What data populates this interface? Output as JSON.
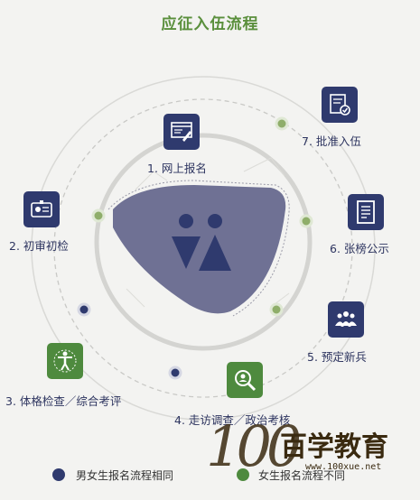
{
  "title": "应征入伍流程",
  "steps": [
    {
      "label": "1. 网上报名",
      "icon": "browser-pen-icon"
    },
    {
      "label": "2. 初审初检",
      "icon": "id-card-icon"
    },
    {
      "label": "3. 体格检查／综合考评",
      "icon": "body-figure-icon"
    },
    {
      "label": "4. 走访调查／政治考核",
      "icon": "magnifier-person-icon"
    },
    {
      "label": "5. 预定新兵",
      "icon": "group-people-icon"
    },
    {
      "label": "6. 张榜公示",
      "icon": "notice-list-icon"
    },
    {
      "label": "7. 批准入伍",
      "icon": "approval-document-icon"
    }
  ],
  "legend": [
    {
      "label": "男女生报名流程相同",
      "color": "#2f3a6e"
    },
    {
      "label": "女生报名流程不同",
      "color": "#4e8a3e"
    }
  ],
  "watermark": {
    "brand": "100",
    "text": "百学教育",
    "url": "www.100xue.net"
  },
  "colors": {
    "navy": "#2f3a6e",
    "green": "#4e8a3e",
    "center": "#6f7194"
  }
}
